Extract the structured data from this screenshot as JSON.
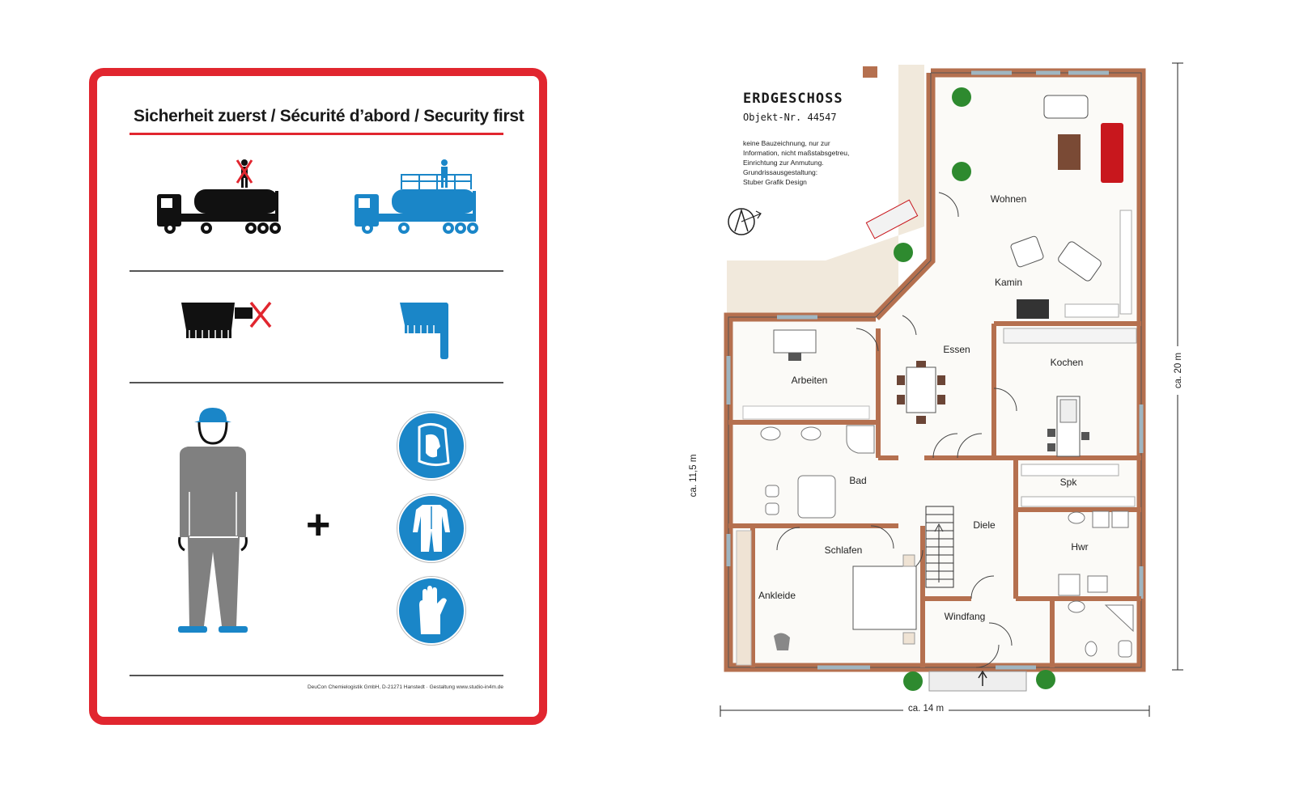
{
  "poster": {
    "title": "Sicherheit zuerst / Sécurité d’abord / Security first",
    "footer": "DeuCon Chemielogistik GmbH, D-21271 Hanstedt · Gestaltung www.studio-in4m.de",
    "plus": "+",
    "colors": {
      "frame": "#e1262f",
      "safe": "#1a86c8",
      "unsafe": "#111111",
      "cross": "#e1262f",
      "person": "#808080"
    },
    "icons": [
      "tank-truck-unsafe-icon",
      "tank-truck-railing-safe-icon",
      "hose-coupling-unsafe-icon",
      "hose-coupling-safe-icon",
      "worker-figure-icon",
      "face-shield-mandatory-icon",
      "protective-suit-mandatory-icon",
      "protective-glove-mandatory-icon"
    ]
  },
  "floorplan": {
    "title": "ERDGESCHOSS",
    "object_no": "Objekt-Nr. 44547",
    "note_lines": [
      "keine Bauzeichnung, nur zur",
      "Information, nicht maßstabsgetreu,",
      "Einrichtung zur Anmutung.",
      "Grundrissausgestaltung:",
      "Stuber Grafik Design"
    ],
    "rooms": {
      "wohnen": "Wohnen",
      "kamin": "Kamin",
      "essen": "Essen",
      "kochen": "Kochen",
      "arbeiten": "Arbeiten",
      "bad": "Bad",
      "spk": "Spk",
      "diele": "Diele",
      "hwr": "Hwr",
      "schlafen": "Schlafen",
      "ankleide": "Ankleide",
      "windfang": "Windfang"
    },
    "dimensions": {
      "width": "ca. 14 m",
      "depth": "ca. 20 m",
      "wing_depth": "ca. 11,5 m"
    },
    "colors": {
      "wall": "#b5704f",
      "terrace": "#f1e9dc",
      "floor": "#fbfaf7",
      "sofa": "#c8171d",
      "plant": "#2e8a2f"
    },
    "icons": [
      "compass-north-icon"
    ]
  }
}
